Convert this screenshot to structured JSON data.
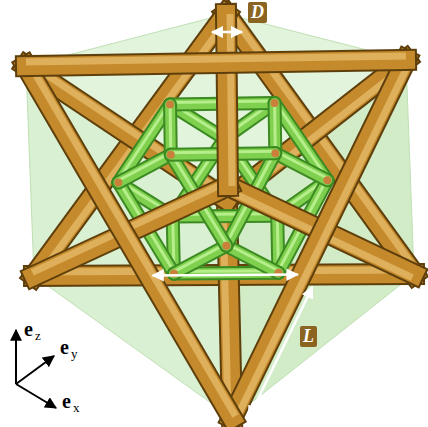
{
  "diagram": {
    "labels": [
      "D",
      "L",
      "e",
      "z",
      "e",
      "y",
      "e",
      "x"
    ]
  }
}
